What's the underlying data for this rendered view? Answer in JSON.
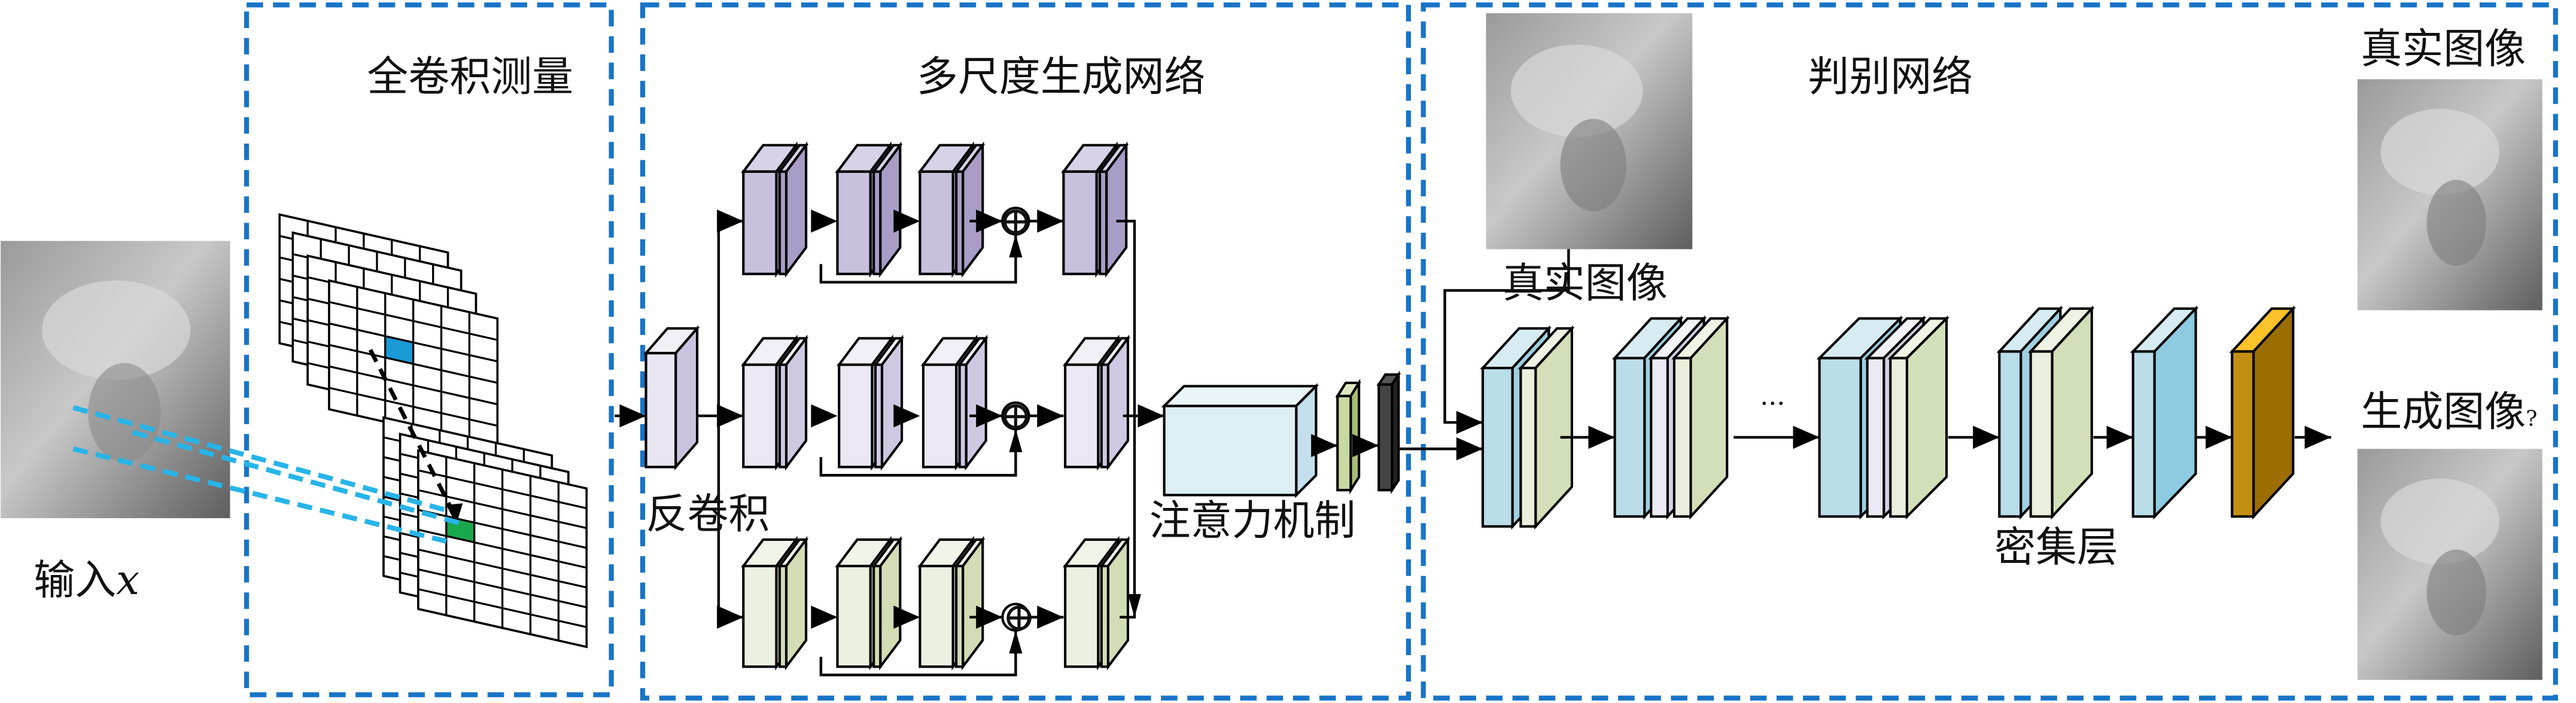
{
  "sections": {
    "measurement_title": "全卷积测量",
    "generator_title": "多尺度生成网络",
    "discriminator_title": "判别网络"
  },
  "labels": {
    "input": "输入",
    "input_var": "x",
    "deconv": "反卷积",
    "attention": "注意力机制",
    "real_image_inner": "真实图像",
    "dense_layer": "密集层",
    "ellipsis": "···",
    "real_image_out": "真实图像",
    "generated_image_out": "生成图像",
    "question_mark": "?",
    "plus_symbol": "⊕"
  },
  "colors": {
    "dashed_border": "#1874c7",
    "cyan_lines": "#27b4e8",
    "blue_cell": "#1b9ad6",
    "green_cell": "#1aa84c",
    "gold_block": "#c38f12"
  }
}
